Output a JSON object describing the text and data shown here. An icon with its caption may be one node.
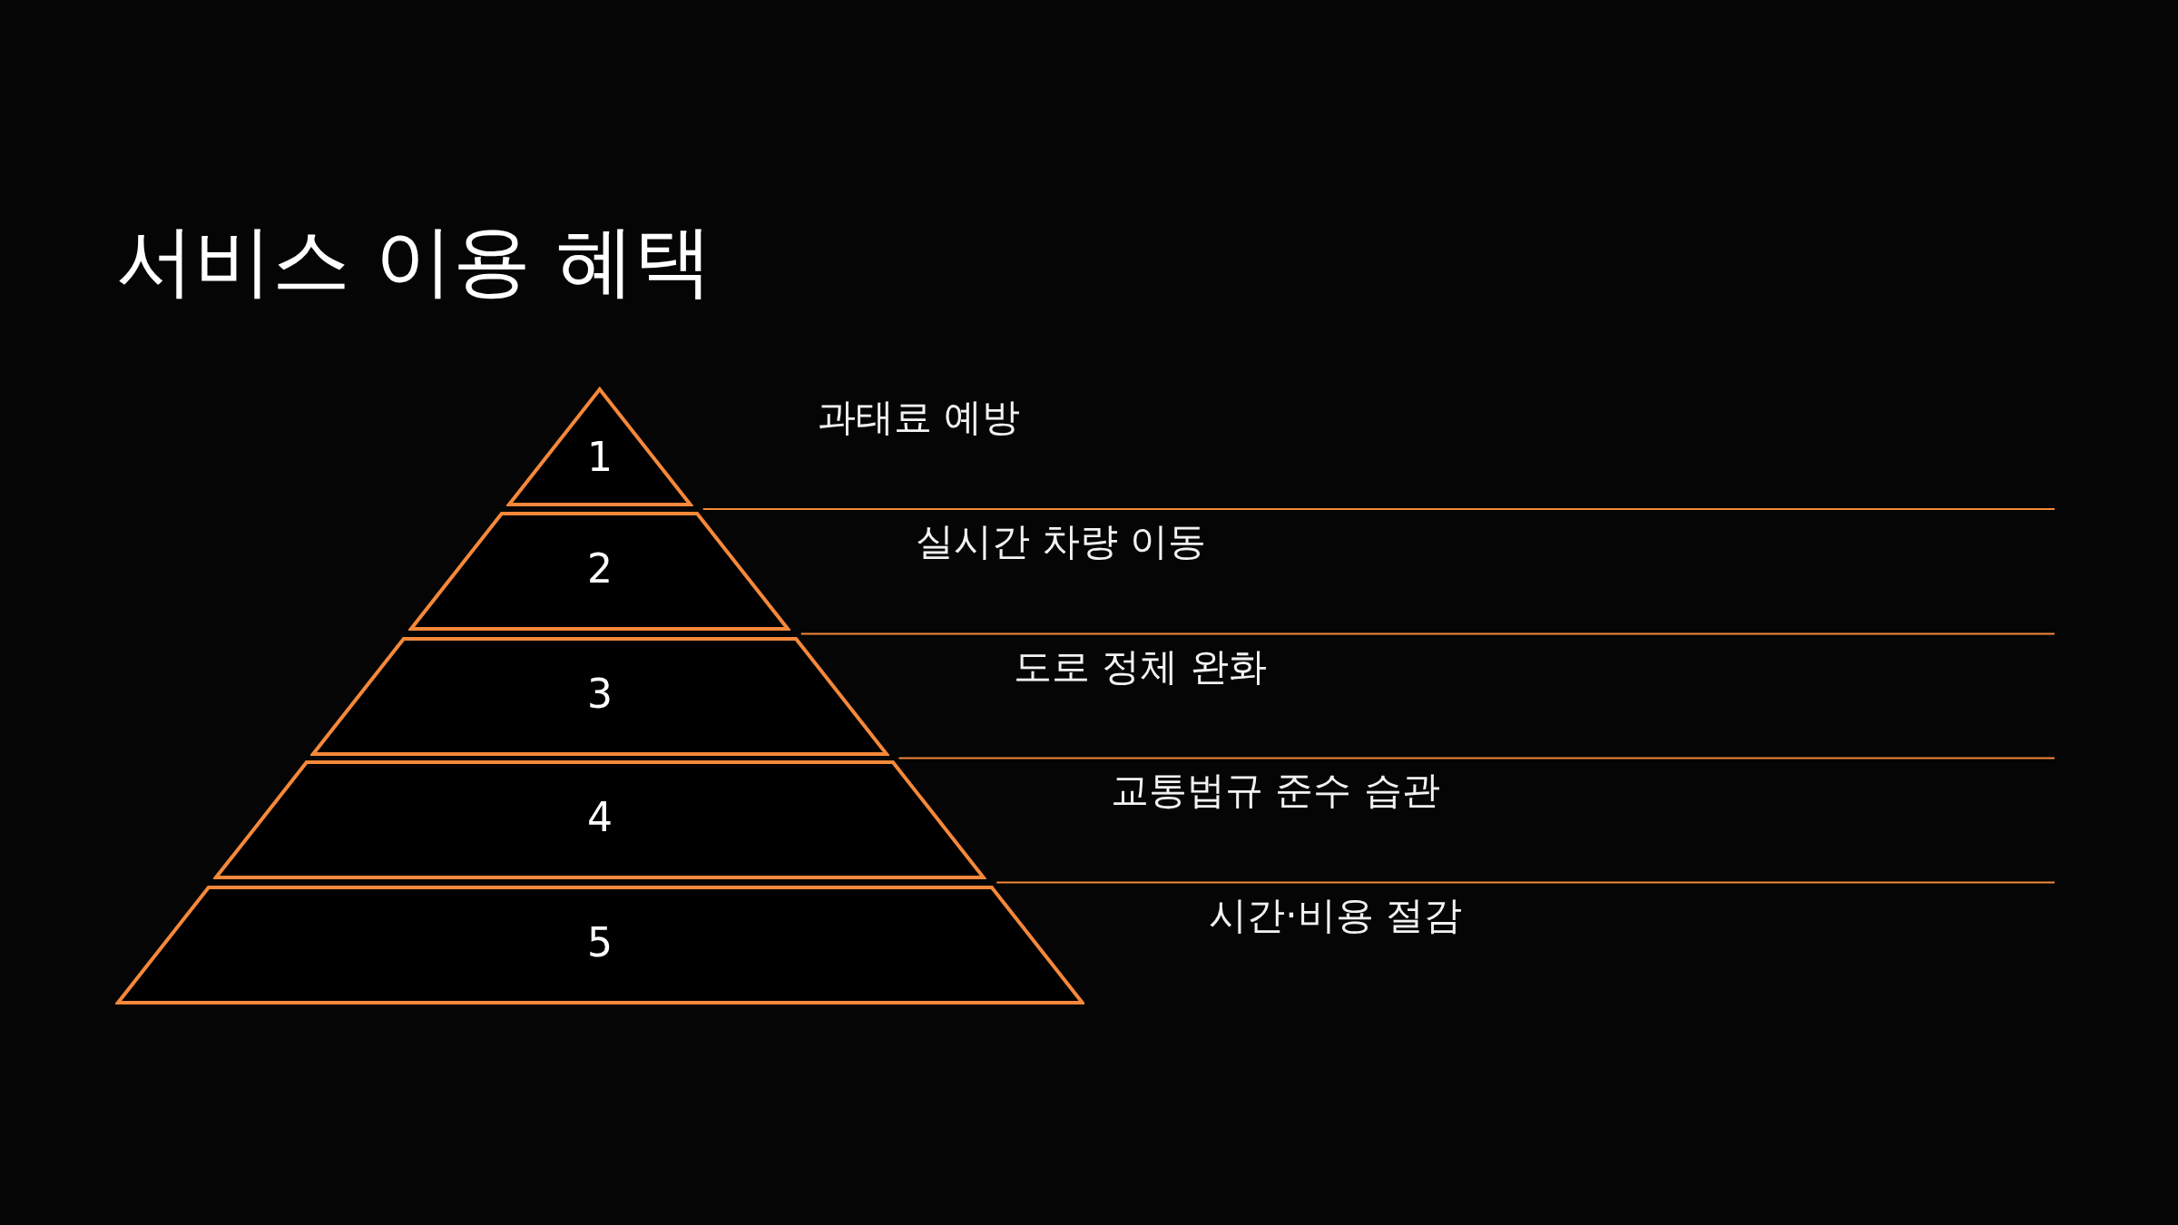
{
  "diagram": {
    "title": "서비스 이용 혜택",
    "nodes": [
      {
        "text": [
          "1"
        ],
        "beside": [
          "과태료 예방"
        ]
      },
      {
        "text": [
          "2"
        ],
        "beside": [
          "실시간 차량 이동"
        ]
      },
      {
        "text": [
          "3"
        ],
        "beside": [
          "도로 정체 완화"
        ]
      },
      {
        "text": [
          "4"
        ],
        "beside": [
          "교통법규 준수 습관"
        ]
      },
      {
        "text": [
          "5"
        ],
        "beside": [
          "시간·비용 절감"
        ]
      }
    ],
    "edges": []
  }
}
